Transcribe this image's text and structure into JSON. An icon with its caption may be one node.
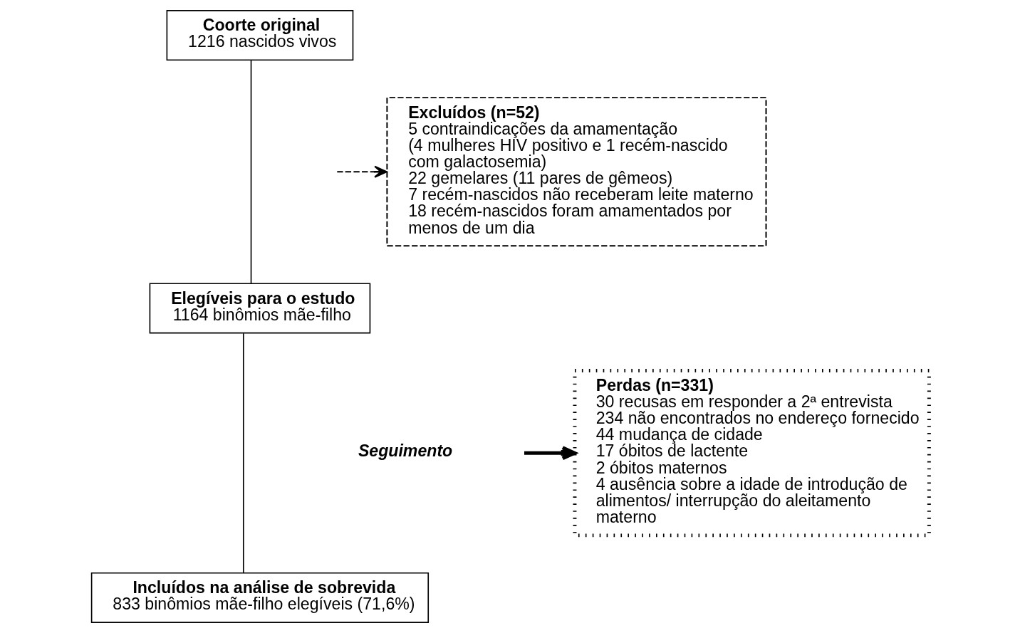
{
  "diagram": {
    "nodes": [
      {
        "text": [
          "Coorte original",
          "1216 nascidos vivos"
        ]
      },
      {
        "text": [
          "Excluídos (n=52)",
          "5 contraindicações da amamentação",
          "(4 mulheres HIV positivo e 1 recém-nascido com galactosemia)",
          "22 gemelares (11 pares de gêmeos)",
          "7 recém-nascidos não receberam leite materno",
          "18 recém-nascidos foram amamentados por menos de um dia"
        ]
      },
      {
        "text": [
          "Elegíveis para o estudo",
          "1164 binômios mãe-filho"
        ]
      },
      {
        "text": [
          "Perdas (n=331)",
          "30 recusas em responder a 2ª entrevista",
          "234 não encontrados no endereço fornecido",
          "44 mudança de cidade",
          "17 óbitos de lactente",
          "2 óbitos maternos",
          "4 ausência sobre a idade de introdução de alimentos/ interrupção do aleitamento materno"
        ]
      },
      {
        "text": [
          "Incluídos na análise de sobrevida",
          "833 binômios mãe-filho elegíveis (71,6%)"
        ]
      }
    ],
    "edges": [
      {
        "from": 0,
        "to": 2,
        "arrow": "none"
      },
      {
        "from": null,
        "to": 1,
        "arrow": "to",
        "style": "dashed"
      },
      {
        "from": 2,
        "to": 4,
        "arrow": "none"
      },
      {
        "from": null,
        "to": 3,
        "arrow": "to",
        "style": "thick"
      }
    ],
    "labels": [
      "Seguimento"
    ]
  }
}
